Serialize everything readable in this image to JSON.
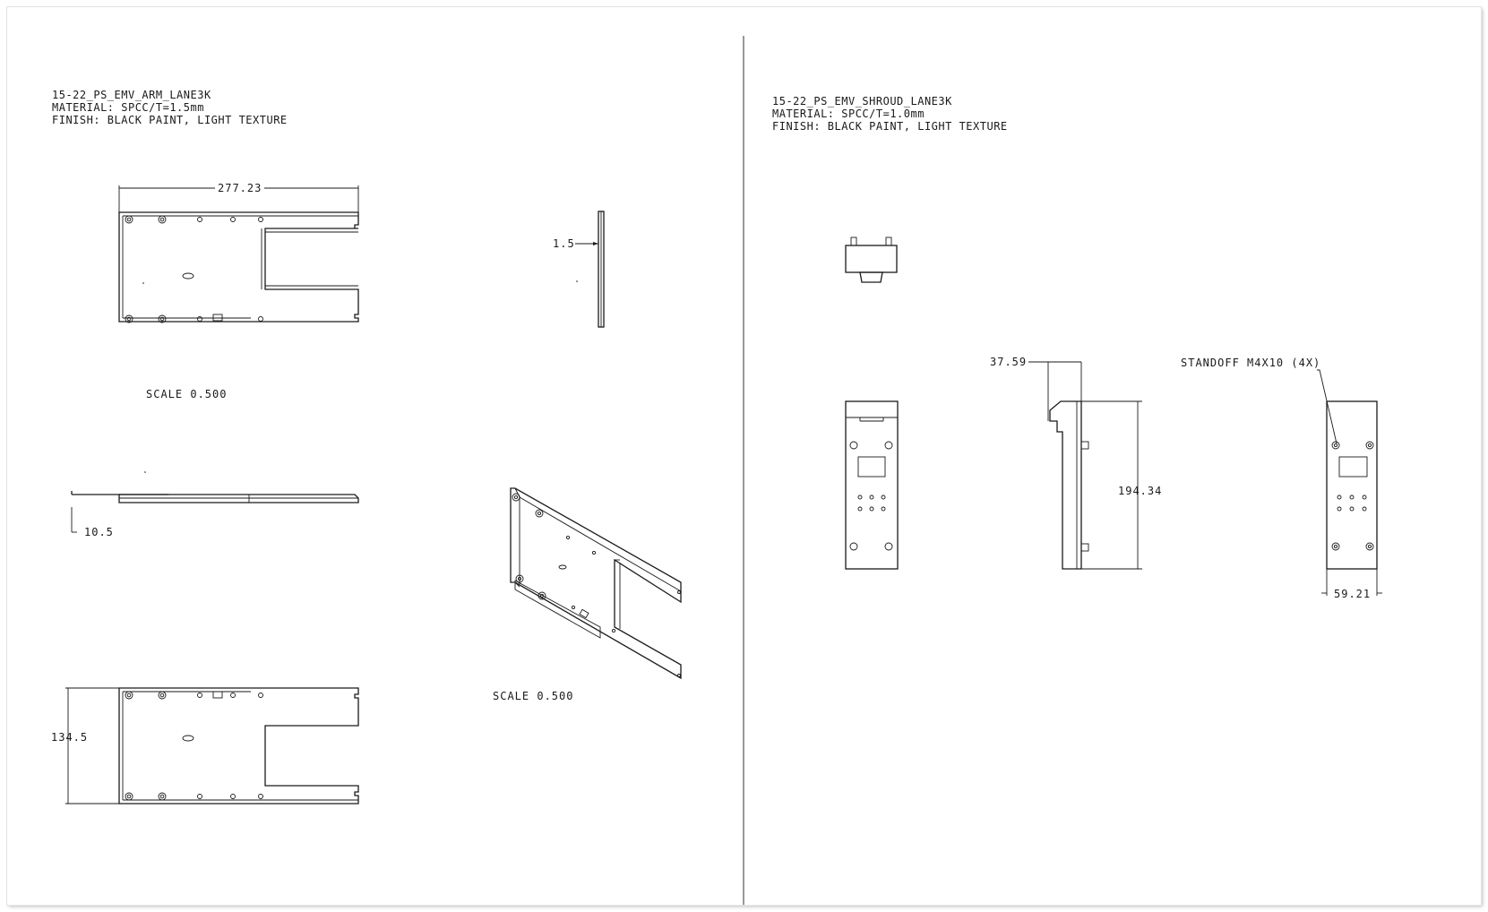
{
  "left_sheet": {
    "title_lines": [
      "15-22_PS_EMV_ARM_LANE3K",
      "MATERIAL: SPCC/T=1.5mm",
      "FINISH: BLACK PAINT, LIGHT TEXTURE"
    ],
    "dims": {
      "top_width": "277.23",
      "side_thickness": "1.5",
      "front_offset": "10.5",
      "bottom_height": "134.5"
    },
    "scale_labels": [
      "SCALE  0.500",
      "SCALE  0.500"
    ]
  },
  "right_sheet": {
    "title_lines": [
      "15-22_PS_EMV_SHROUD_LANE3K",
      "MATERIAL: SPCC/T=1.0mm",
      "FINISH: BLACK PAINT, LIGHT TEXTURE"
    ],
    "dims": {
      "depth": "37.59",
      "height": "194.34",
      "width": "59.21"
    },
    "callout": "STANDOFF M4X10 (4X)"
  }
}
